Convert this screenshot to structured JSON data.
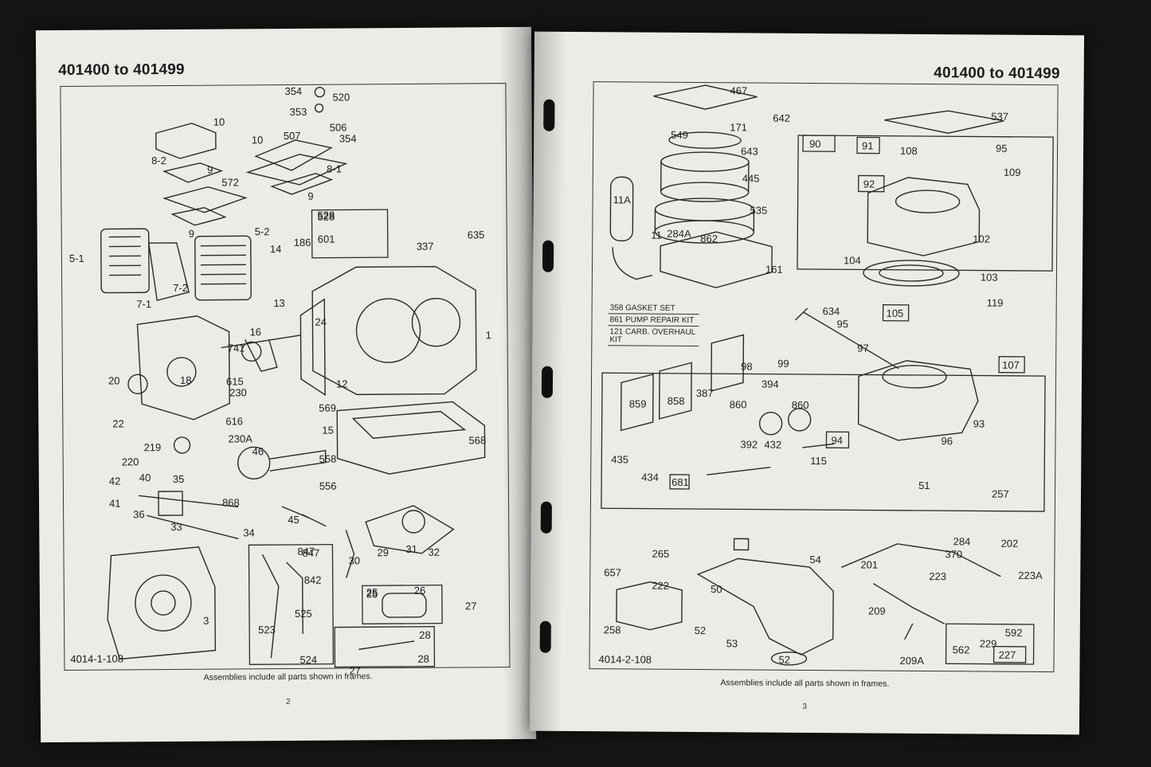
{
  "left_page": {
    "header": "401400 to 401499",
    "diagram_code": "4014-1-108",
    "caption": "Assemblies include all parts shown in frames.",
    "page_number": "2",
    "labels": [
      "354",
      "520",
      "353",
      "10",
      "10",
      "507",
      "506",
      "354",
      "8-2",
      "9",
      "8-1",
      "572",
      "9",
      "9",
      "528",
      "601",
      "5-2",
      "5-1",
      "14",
      "186",
      "337",
      "635",
      "7-2",
      "7-1",
      "13",
      "16",
      "24",
      "741",
      "1",
      "12",
      "20",
      "18",
      "615",
      "230",
      "22",
      "616",
      "230A",
      "569",
      "219",
      "15",
      "568",
      "220",
      "46",
      "558",
      "42",
      "40",
      "35",
      "556",
      "41",
      "868",
      "36",
      "33",
      "34",
      "45",
      "847",
      "842",
      "30",
      "29",
      "31",
      "32",
      "525",
      "523",
      "25",
      "26",
      "27",
      "3",
      "524",
      "27",
      "28"
    ],
    "box_labels": [
      "528",
      "847",
      "25",
      "28"
    ]
  },
  "right_page": {
    "header": "401400 to 401499",
    "diagram_code": "4014-2-108",
    "caption": "Assemblies include all parts shown in frames.",
    "page_number": "3",
    "notes": [
      "358 GASKET SET",
      "861 PUMP REPAIR KIT",
      "121 CARB. OVERHAUL KIT"
    ],
    "labels": [
      "467",
      "537",
      "171",
      "642",
      "549",
      "643",
      "95",
      "108",
      "109",
      "445",
      "11A",
      "535",
      "11",
      "284A",
      "862",
      "102",
      "104",
      "161",
      "103",
      "119",
      "634",
      "95",
      "97",
      "98",
      "99",
      "387",
      "394",
      "859",
      "858",
      "860",
      "860",
      "93",
      "392",
      "432",
      "96",
      "435",
      "434",
      "115",
      "51",
      "257",
      "284",
      "202",
      "370",
      "265",
      "54",
      "201",
      "223",
      "223A",
      "657",
      "222",
      "50",
      "209",
      "258",
      "52",
      "53",
      "592",
      "229",
      "562",
      "209A",
      "52"
    ],
    "box_labels": [
      "90",
      "91",
      "92",
      "105",
      "107",
      "94",
      "681",
      "227"
    ]
  }
}
